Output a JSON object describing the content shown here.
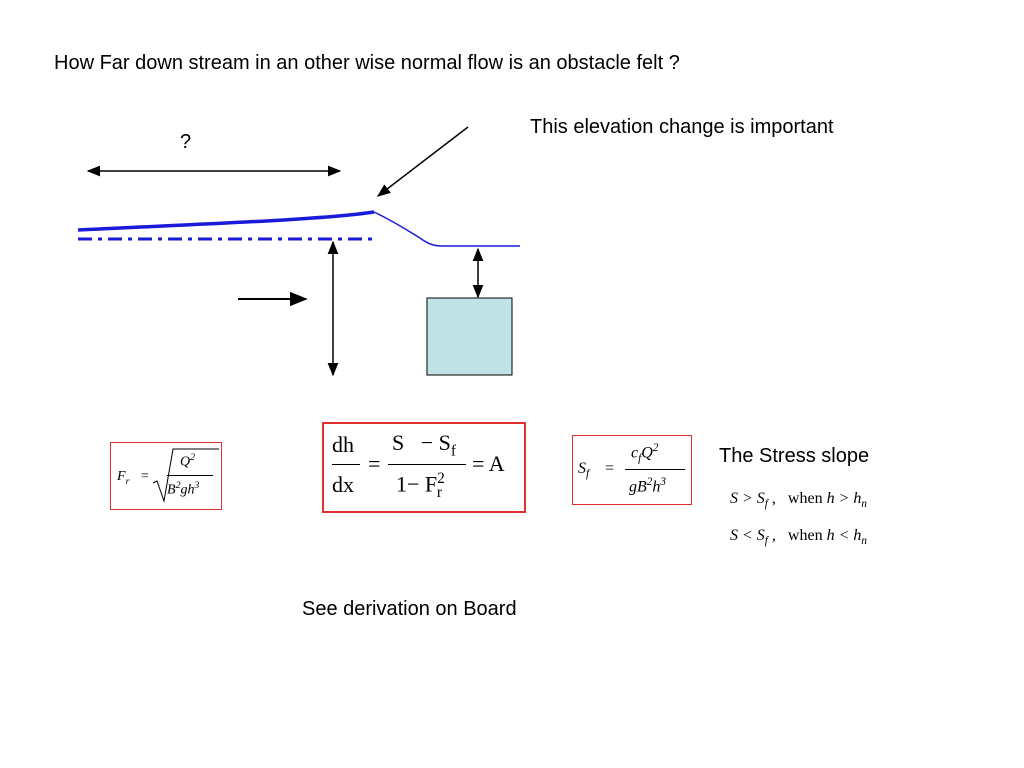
{
  "title": "How Far down stream in an other wise normal flow is an obstacle felt ?",
  "elevation_note": "This elevation change is important",
  "unknown_distance_label": "?",
  "stress_slope_label": "The Stress slope",
  "board_note": "See derivation on Board",
  "colors": {
    "water_surface": "#1a1adb",
    "normal_depth_line": "#1a1adb",
    "obstacle_fill": "#bfe3e6",
    "equation_border": "#e03030"
  },
  "froude_formula": {
    "lhs": "F",
    "lhs_sub": "r",
    "equals": "=",
    "numerator": "Q",
    "numerator_exp": "2",
    "den_b": "B",
    "den_b_exp": "2",
    "den_gh": "gh",
    "den_h_exp": "3"
  },
  "main_equation": {
    "dh": "dh",
    "dx": "dx",
    "equals": "=",
    "num": "S   − S",
    "num_sub": "f",
    "den": "1− F",
    "den_exp": "2",
    "den_sub": "r",
    "equals_a": "= A"
  },
  "friction_slope_formula": {
    "lhs": "S",
    "lhs_sub": "f",
    "equals": "=",
    "num_c": "c",
    "num_c_sub": "f",
    "num_q": "Q",
    "num_q_exp": "2",
    "den": "gB",
    "den_b_exp": "2",
    "den_h": "h",
    "den_h_exp": "3"
  },
  "conditions": [
    {
      "lhs": "S > S",
      "sub": "f",
      "sep": " ,",
      "when": "when",
      "rel": "h > h",
      "rel_sub": "n"
    },
    {
      "lhs": "S < S",
      "sub": "f",
      "sep": " ,",
      "when": "when",
      "rel": "h < h",
      "rel_sub": "n"
    }
  ]
}
